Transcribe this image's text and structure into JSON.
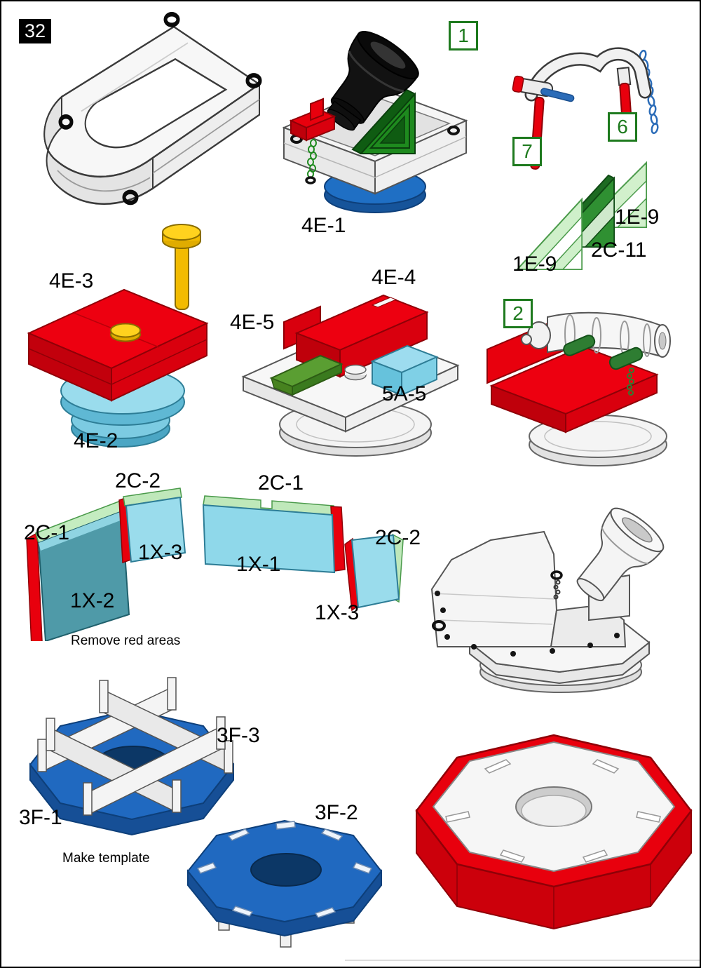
{
  "page": {
    "step_number": "32"
  },
  "callouts": {
    "c1": "1",
    "c2": "2",
    "c6": "6",
    "c7": "7"
  },
  "labels": {
    "p4e1": "4E-1",
    "p4e2": "4E-2",
    "p4e3": "4E-3",
    "p4e4": "4E-4",
    "p4e5": "4E-5",
    "p5a5": "5A-5",
    "p1e9_right": "1E-9",
    "p1e9_left": "1E-9",
    "p2c11": "2C-11",
    "p2c2_a": "2C-2",
    "p2c1_a": "2C-1",
    "p1x3_a": "1X-3",
    "p2c1_b": "2C-1",
    "p1x1": "1X-1",
    "p2c2_b": "2C-2",
    "p1x2": "1X-2",
    "p1x3_b": "1X-3",
    "p3f1": "3F-1",
    "p3f2": "3F-2",
    "p3f3": "3F-3"
  },
  "notes": {
    "remove_red": "Remove red areas",
    "make_template": "Make template"
  },
  "colors": {
    "part_red": "#e8000d",
    "part_green_dark": "#2e8b32",
    "part_green_pale": "#c9eec5",
    "part_cyan": "#8fd8ea",
    "part_teal": "#4f9aa8",
    "part_blue": "#2069c0",
    "part_yellow": "#ffd21e",
    "part_black": "#111111",
    "part_white": "#f5f5f5",
    "callout_green": "#1e7a1e"
  }
}
